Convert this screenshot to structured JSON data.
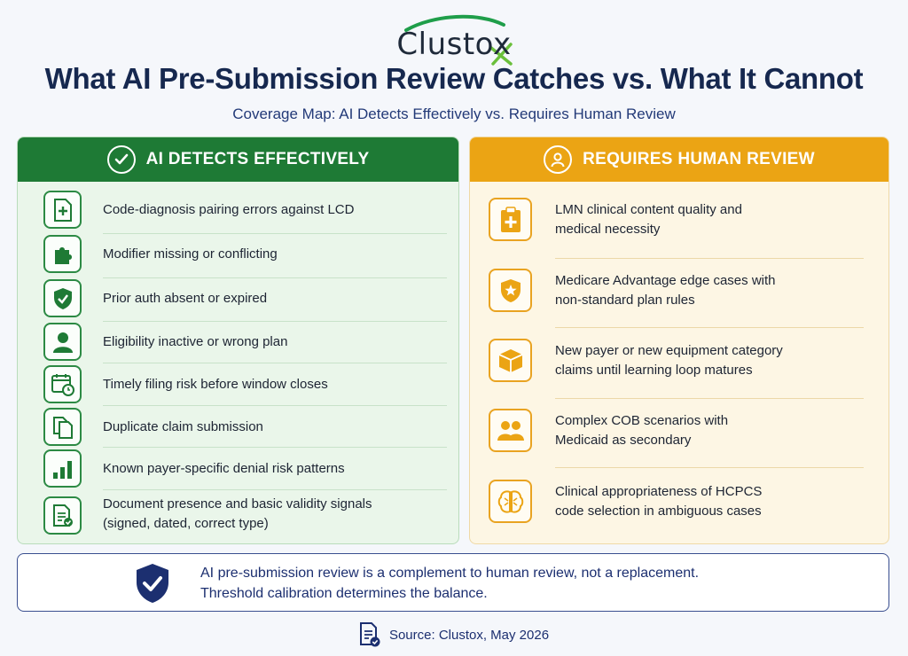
{
  "brand": {
    "logo_text": "Clustox"
  },
  "title": "What AI Pre-Submission Review Catches vs. What It Cannot",
  "subtitle": "Coverage Map: AI Detects Effectively vs. Requires Human Review",
  "colors": {
    "green": "#1e7a35",
    "orange": "#eba414",
    "navy": "#16284f"
  },
  "left_panel": {
    "heading": "AI DETECTS EFFECTIVELY",
    "heading_icon": "check-circle-icon",
    "items": [
      {
        "icon": "document-plus-icon",
        "lines": [
          "Code-diagnosis pairing errors against LCD"
        ]
      },
      {
        "icon": "puzzle-icon",
        "lines": [
          "Modifier missing or conflicting"
        ]
      },
      {
        "icon": "shield-check-icon",
        "lines": [
          "Prior auth absent or expired"
        ]
      },
      {
        "icon": "user-icon",
        "lines": [
          "Eligibility inactive or wrong plan"
        ]
      },
      {
        "icon": "calendar-clock-icon",
        "lines": [
          "Timely filing risk before window closes"
        ]
      },
      {
        "icon": "duplicate-docs-icon",
        "lines": [
          "Duplicate claim submission"
        ]
      },
      {
        "icon": "bar-chart-icon",
        "lines": [
          "Known payer-specific denial risk patterns"
        ]
      },
      {
        "icon": "document-check-icon",
        "lines": [
          "Document presence and basic validity signals",
          "(signed, dated, correct type)"
        ]
      }
    ]
  },
  "right_panel": {
    "heading": "REQUIRES HUMAN REVIEW",
    "heading_icon": "person-circle-icon",
    "items": [
      {
        "icon": "clipboard-medical-icon",
        "lines": [
          "LMN clinical content quality and",
          "medical necessity"
        ]
      },
      {
        "icon": "shield-star-icon",
        "lines": [
          "Medicare Advantage edge cases with",
          "non-standard plan rules"
        ]
      },
      {
        "icon": "box-icon",
        "lines": [
          "New payer or new equipment category",
          "claims until learning loop matures"
        ]
      },
      {
        "icon": "people-icon",
        "lines": [
          "Complex COB scenarios with",
          "Medicaid as secondary"
        ]
      },
      {
        "icon": "brain-icon",
        "lines": [
          "Clinical appropriateness of HCPCS",
          "code selection in ambiguous cases"
        ]
      }
    ]
  },
  "callout": {
    "icon": "shield-check-icon",
    "lines": [
      "AI pre-submission review is a complement to human review, not a replacement.",
      "Threshold calibration determines the balance."
    ]
  },
  "source": {
    "icon": "document-check-icon",
    "text": "Source: Clustox, May 2026"
  }
}
